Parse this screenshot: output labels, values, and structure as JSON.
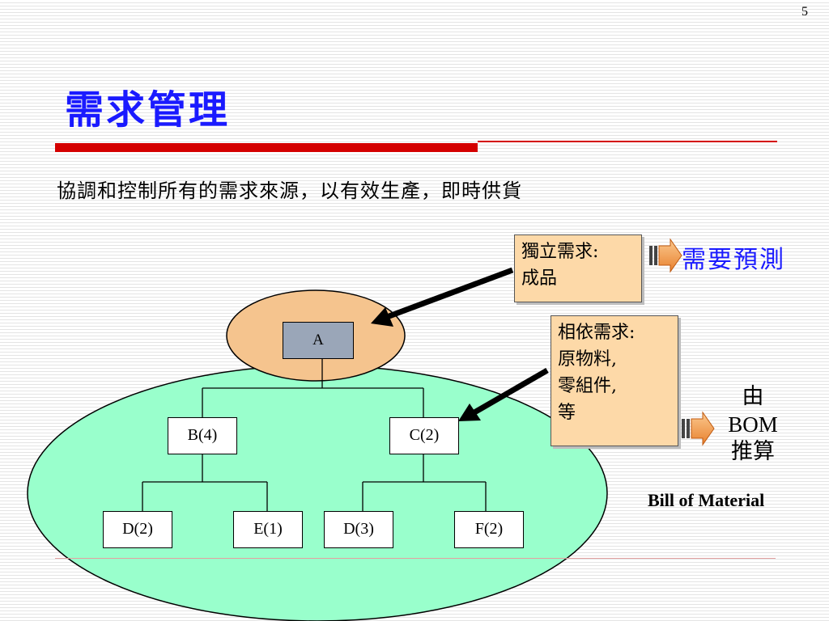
{
  "page_number": "5",
  "title": "需求管理",
  "subtitle": "協調和控制所有的需求來源，以有效生產，即時供貨",
  "bom_tree": {
    "root": "A",
    "level1": [
      {
        "label": "B(4)",
        "children": [
          "D(2)",
          "E(1)"
        ]
      },
      {
        "label": "C(2)",
        "children": [
          "D(3)",
          "F(2)"
        ]
      }
    ]
  },
  "independent_demand": {
    "lines": [
      "獨立需求:",
      "成品"
    ],
    "result": "需要預測"
  },
  "dependent_demand": {
    "lines": [
      "相依需求:",
      "原物料,",
      "零組件,",
      "等"
    ],
    "result_lines": [
      "由",
      "BOM",
      "推算"
    ]
  },
  "bom_full_name": "Bill of Material",
  "colors": {
    "title": "#1a1aff",
    "accent_bar": "#d40000",
    "top_ellipse": "#f5c48e",
    "big_ellipse": "#99ffcc",
    "root_node": "#9aa6b8",
    "callout": "#fdd9a8",
    "arrow_icon": "#f79646"
  }
}
